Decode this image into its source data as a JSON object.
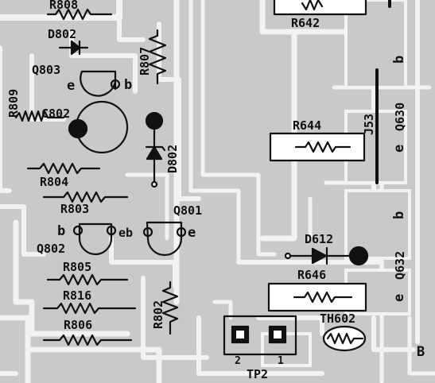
{
  "board": {
    "colors": {
      "substrate": "#c9c9c9",
      "trace": "#f4f4f4",
      "ink": "#111111"
    }
  },
  "labels": {
    "r808": "R808",
    "d802": "D802",
    "q803": "Q803",
    "e": "e",
    "b": "b",
    "r809": "R809",
    "r807": "R807",
    "c802": "C802",
    "d802v": "D802",
    "r804": "R804",
    "r803": "R803",
    "q802": "Q802",
    "eb": "eb",
    "q801": "Q801",
    "r805": "R805",
    "r816": "R816",
    "r806": "R806",
    "r802": "R802",
    "tp2": "TP2",
    "pin1": "1",
    "pin2": "2",
    "r642": "R642",
    "r644": "R644",
    "j53": "J53",
    "q630": "Q630",
    "d612": "D612",
    "r646": "R646",
    "q632": "Q632",
    "th602": "TH602",
    "B": "B"
  }
}
